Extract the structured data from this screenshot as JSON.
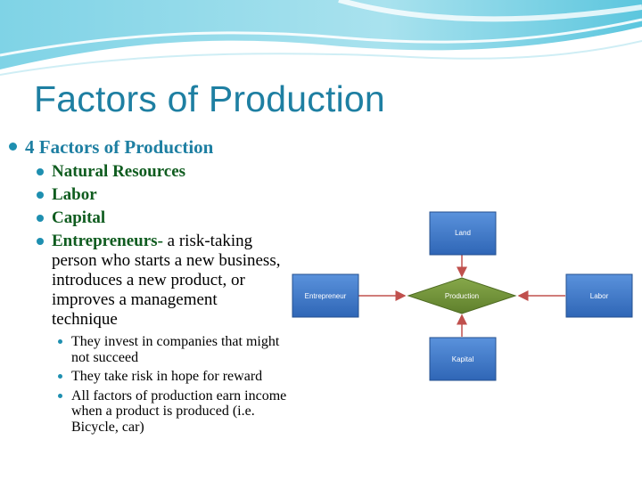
{
  "slide": {
    "title": "Factors of Production",
    "bullets": {
      "main": "4 Factors of Production",
      "item1": "Natural Resources",
      "item2": "Labor",
      "item3": "Capital",
      "item4_term": "Entrepreneurs-",
      "item4_def": " a risk-taking person who starts a new business, introduces a new product, or improves a management technique",
      "sub1": "They invest in companies that might not succeed",
      "sub2": "They take risk in hope for reward",
      "sub3": "All factors of production earn income when a product is produced (i.e.  Bicycle, car)"
    }
  },
  "diagram": {
    "land": "Land",
    "entrepreneur": "Entrepreneur",
    "production": "Production",
    "labor": "Labor",
    "kapital": "Kapital"
  },
  "colors": {
    "title": "#1e7fa2",
    "term": "#0f5c1f",
    "box": "#3b77c8",
    "diamond": "#73953a",
    "arrow": "#c0504d"
  }
}
